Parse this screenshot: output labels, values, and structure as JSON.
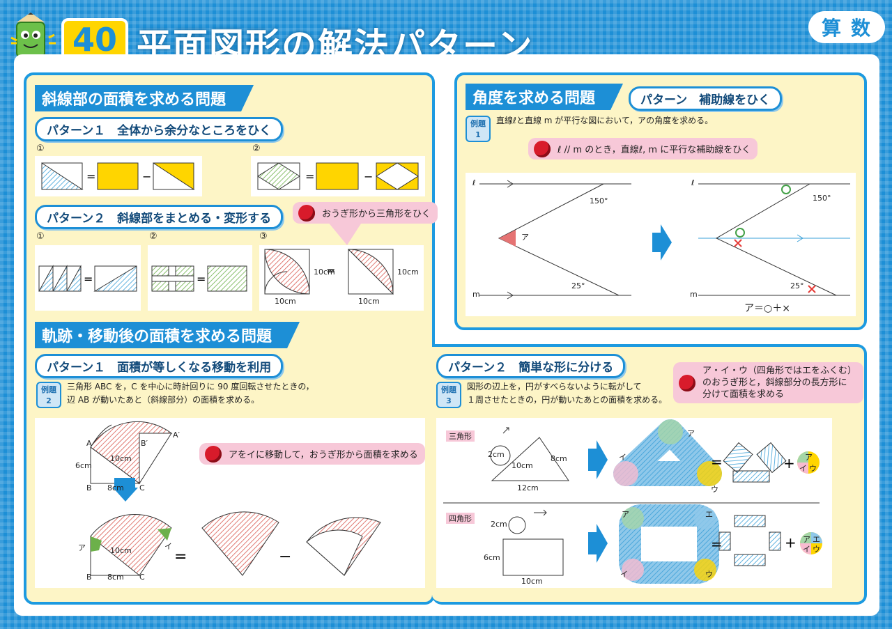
{
  "header": {
    "number": "40",
    "title": "平面図形の解法パターン",
    "subject": "算数"
  },
  "left": {
    "section1": "斜線部の面積を求める問題",
    "p1": "パターン１　全体から余分なところをひく",
    "p2": "パターン２　斜線部をまとめる・変形する",
    "point1": "おうぎ形から三角形をひく",
    "m1": "①",
    "m2": "②",
    "m3": "③",
    "len10": "10cm",
    "section2": "軌跡・移動後の面積を求める問題",
    "p3": "パターン１　面積が等しくなる移動を利用",
    "ex_label": "例題",
    "ex_num": "2",
    "ex_text1": "三角形 ABC を，C を中心に時計回りに 90 度回転させたときの，",
    "ex_text2": "辺 AB が動いたあと（斜線部分）の面積を求める。",
    "point2": "アをイに移動して，おうぎ形から面積を求める",
    "labels": {
      "A": "A",
      "B": "B",
      "C": "C",
      "A2": "A′",
      "B2": "B′",
      "a": "ア",
      "i": "イ",
      "c6": "6cm",
      "c8": "8cm",
      "c10": "10cm"
    }
  },
  "right": {
    "section": "角度を求める問題",
    "p": "パターン　補助線をひく",
    "ex_label": "例題",
    "ex_num": "1",
    "ex_text": "直線ℓと直線 m が平行な図において，アの角度を求める。",
    "point": "ℓ // m のとき，直線ℓ, m に平行な補助線をひく",
    "l": "ℓ",
    "m": "m",
    "a150": "150°",
    "a25": "25°",
    "a": "ア",
    "answer": "ア＝○＋×"
  },
  "bottom": {
    "p": "パターン２　簡単な形に分ける",
    "ex_label": "例題",
    "ex_num": "3",
    "ex_text1": "図形の辺上を，円がすべらないように転がして",
    "ex_text2": "１周させたときの，円が動いたあとの面積を求める。",
    "point_lines": [
      "ア・イ・ウ（四角形ではエをふくむ）",
      "のおうぎ形と，斜線部分の長方形に",
      "分けて面積を求める"
    ],
    "tri": "三角形",
    "sq": "四角形",
    "c2": "2cm",
    "c10": "10cm",
    "c8": "8cm",
    "c12": "12cm",
    "c6": "6cm",
    "a": "ア",
    "i": "イ",
    "u": "ウ",
    "e": "エ"
  },
  "colors": {
    "blue": "#1d8fd6",
    "yellow": "#ffd500",
    "pink": "#f7c8d8",
    "cream": "#fdf5c6",
    "red": "#e53935",
    "green": "#43a047"
  }
}
